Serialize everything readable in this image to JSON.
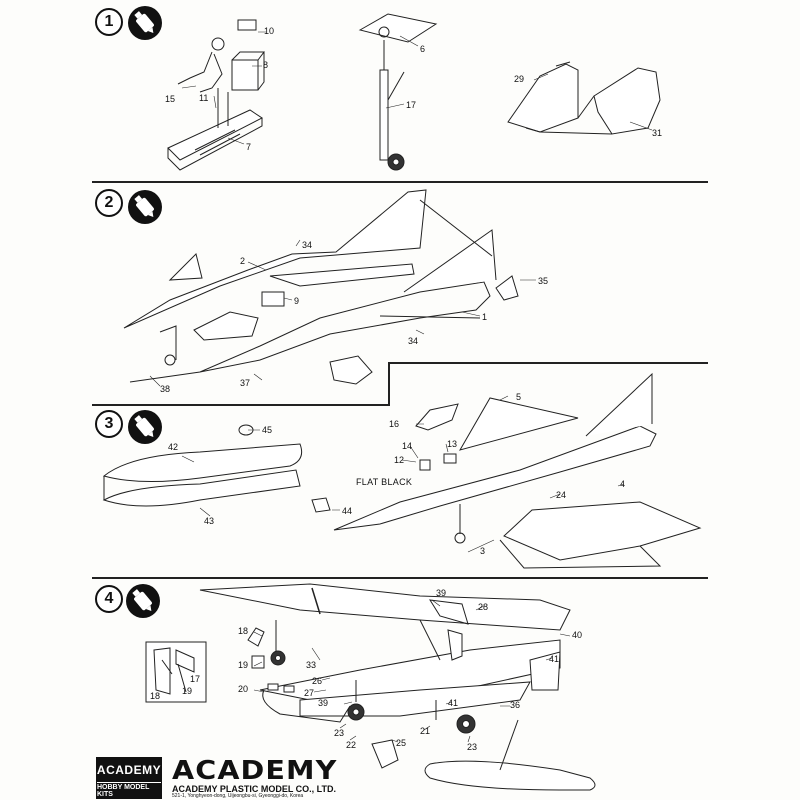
{
  "steps": [
    {
      "number": "1",
      "labels": {
        "p10": "10",
        "p8": "8",
        "p15": "15",
        "p11": "11",
        "p7": "7",
        "p6": "6",
        "p17": "17",
        "p29": "29",
        "p31": "31"
      }
    },
    {
      "number": "2",
      "labels": {
        "p34a": "34",
        "p2": "2",
        "p9": "9",
        "p35": "35",
        "p1": "1",
        "p34b": "34",
        "p38": "38",
        "p37": "37"
      }
    },
    {
      "number": "3",
      "labels": {
        "p45": "45",
        "p42": "42",
        "p43": "43",
        "p44": "44",
        "p16": "16",
        "p5": "5",
        "p14": "14",
        "p13": "13",
        "p12": "12",
        "p4": "4",
        "p24": "24",
        "p3": "3"
      }
    },
    {
      "number": "4",
      "labels": {
        "p18": "18",
        "p19": "19",
        "p20": "20",
        "p33": "33",
        "p26": "26",
        "p27": "27",
        "p39a": "39",
        "p39b": "39",
        "p28": "28",
        "p40": "40",
        "p41a": "41",
        "p41b": "41",
        "p36": "36",
        "p23a": "23",
        "p22": "22",
        "p25": "25",
        "p21": "21",
        "p23b": "23",
        "p17i": "17",
        "p19i": "19",
        "p18i": "18"
      }
    }
  ],
  "notes": {
    "flat_black": "FLAT BLACK"
  },
  "footer": {
    "brand_top": "ACADEMY",
    "brand_bottom": "HOBBY MODEL KITS",
    "wordmark": "ACADEMY",
    "company": "ACADEMY PLASTIC MODEL CO., LTD.",
    "address": "521-1, Yonghyeon-dong, Uijeongbu-si, Gyeonggi-do, Korea"
  },
  "icons": [
    "glue-tube-icon"
  ]
}
